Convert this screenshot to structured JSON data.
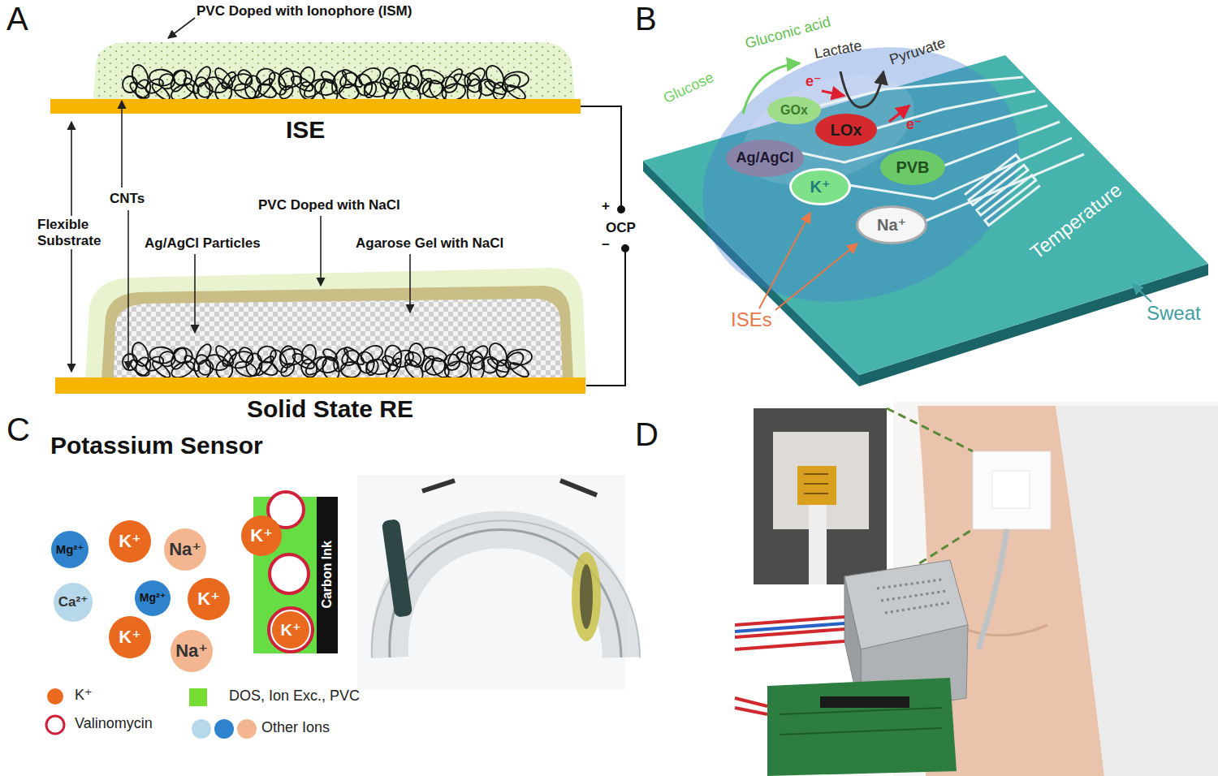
{
  "diagram": {
    "nodes": [
      {
        "text": [
          "GOx"
        ]
      },
      {
        "text": [
          "LOx"
        ]
      },
      {
        "text": [
          "Ag/AgCl"
        ]
      },
      {
        "text": [
          "PVB"
        ]
      },
      {
        "text": [
          "K⁺"
        ]
      },
      {
        "text": [
          "Na⁺"
        ]
      },
      {
        "text": [
          "Mg²⁺"
        ]
      },
      {
        "text": [
          "K⁺"
        ]
      },
      {
        "text": [
          "Na⁺"
        ]
      },
      {
        "text": [
          "Ca²⁺"
        ]
      },
      {
        "text": [
          "Mg²⁺"
        ]
      },
      {
        "text": [
          "K⁺"
        ]
      },
      {
        "text": [
          "K⁺"
        ]
      },
      {
        "text": [
          "Na⁺"
        ]
      },
      {
        "text": [
          "K⁺"
        ]
      },
      {
        "text": [
          "K⁺"
        ]
      },
      {
        "text": [
          "Carbon Ink"
        ]
      }
    ],
    "labels": [
      "A",
      "PVC Doped with Ionophore (ISM)",
      "ISE",
      "CNTs",
      "Flexible Substrate",
      "PVC Doped with NaCl",
      "Ag/AgCl Particles",
      "Agarose Gel with NaCl",
      "+",
      "OCP",
      "−",
      "Solid State RE",
      "B",
      "Glucose",
      "Gluconic acid",
      "Lactate",
      "Pyruvate",
      "e⁻",
      "e⁻",
      "Temperature",
      "ISEs",
      "Sweat",
      "C",
      "Potassium Sensor",
      "D"
    ],
    "legend": [
      {
        "text": "K⁺",
        "color": "#e9691f"
      },
      {
        "text": "Valinomycin"
      },
      {
        "text": "DOS, Ion Exc., PVC",
        "color": "#77dd33"
      },
      {
        "text": "Other Ions"
      }
    ]
  }
}
